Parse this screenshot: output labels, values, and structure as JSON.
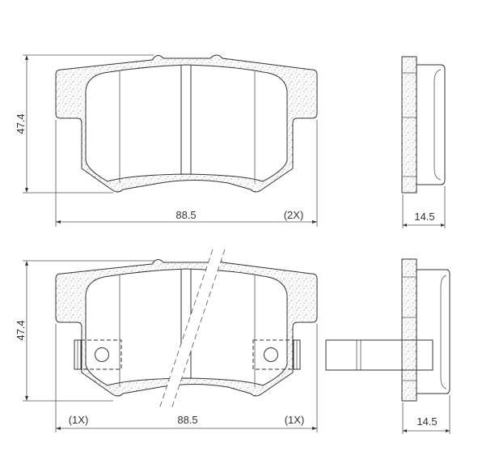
{
  "top_view": {
    "height_dim": "47.4",
    "width_dim": "88.5",
    "quantity_note": "(2X)",
    "thickness_dim": "14.5"
  },
  "bottom_view": {
    "height_dim": "47.4",
    "width_dim": "88.5",
    "left_quantity_note": "(1X)",
    "right_quantity_note": "(1X)",
    "thickness_dim": "14.5"
  },
  "colors": {
    "line": "#333333",
    "stipple": "#8a8a8a",
    "background": "#ffffff"
  }
}
